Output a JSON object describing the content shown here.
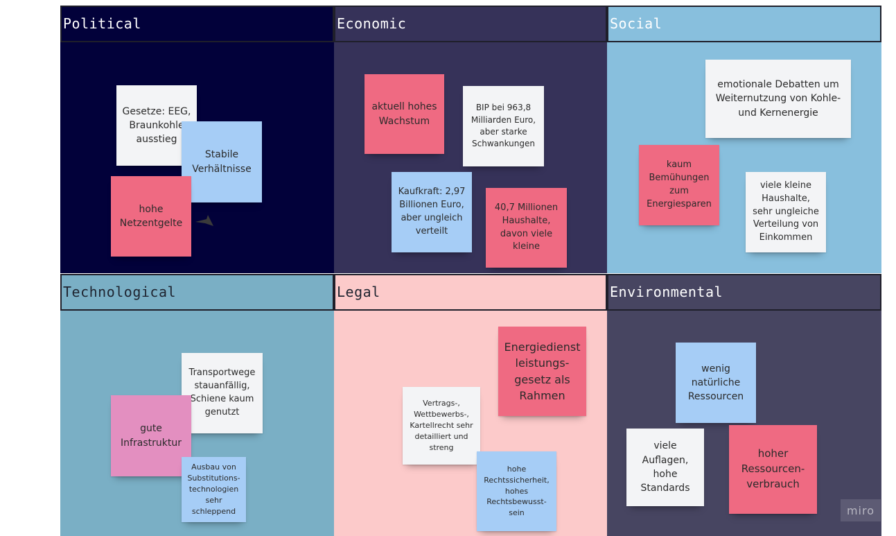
{
  "colors": {
    "political_bg": "#02013a",
    "economic_bg": "#363259",
    "social_bg": "#88bfdd",
    "technological_bg": "#7aafc5",
    "legal_bg": "#fccaca",
    "environmental_bg": "#474561",
    "sticky_white": "#f3f4f6",
    "sticky_pink": "#ef6a82",
    "sticky_blue": "#a6cdf6",
    "sticky_magenta": "#e38fc0"
  },
  "quadrants": {
    "political": {
      "title": "Political"
    },
    "economic": {
      "title": "Economic"
    },
    "social": {
      "title": "Social"
    },
    "technological": {
      "title": "Technological"
    },
    "legal": {
      "title": "Legal"
    },
    "environmental": {
      "title": "Environmental"
    }
  },
  "notes": {
    "political": {
      "gesetze": "Gesetze: EEG, Braunkohle ausstieg",
      "stabile": "Stabile Verhältnisse",
      "netzentgelte": "hohe Netzentgelte"
    },
    "economic": {
      "wachstum": "aktuell hohes Wachstum",
      "bip": "BIP bei 963,8 Milliarden Euro, aber starke Schwankungen",
      "kaufkraft": "Kaufkraft: 2,97 Billionen Euro, aber ungleich verteilt",
      "haushalte": "40,7 Millionen Haushalte, davon viele kleine"
    },
    "social": {
      "debatten": "emotionale Debatten um Weiternutzung von Kohle- und Kernenergie",
      "energiesparen": "kaum Bemühungen zum Energiesparen",
      "einkommen": "viele kleine Haushalte, sehr ungleiche Verteilung von Einkommen"
    },
    "technological": {
      "transport": "Transportwege stauanfällig, Schiene kaum genutzt",
      "infrastruktur": "gute Infrastruktur",
      "substitution": "Ausbau von Substitutions-technologien sehr schleppend"
    },
    "legal": {
      "edl": "Energiedienst leistungs-gesetz als Rahmen",
      "vertrag": "Vertrags-, Wettbewerbs-, Kartellrecht sehr detailliert und streng",
      "rechtssicherheit": "hohe Rechtssicherheit, hohes Rechtsbewusst-sein"
    },
    "environmental": {
      "ressourcen": "wenig natürliche Ressourcen",
      "auflagen": "viele Auflagen, hohe Standards",
      "verbrauch": "hoher Ressourcen-verbrauch"
    }
  },
  "branding": {
    "watermark": "miro"
  }
}
